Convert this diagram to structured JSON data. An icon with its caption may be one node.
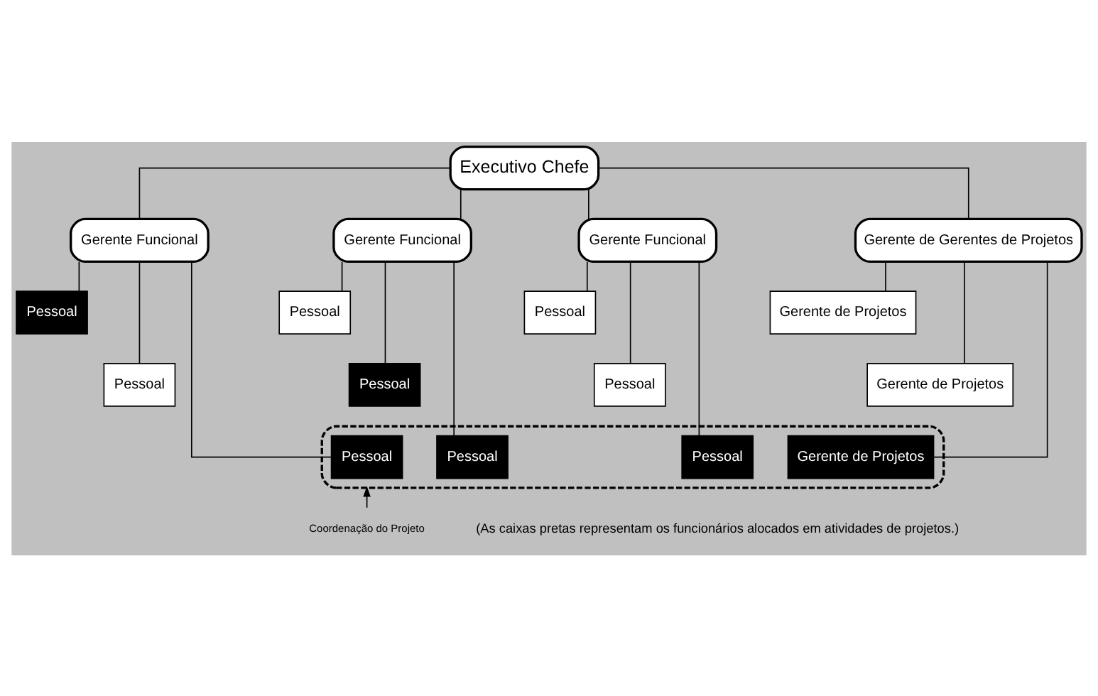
{
  "diagram": {
    "nodes": [
      {
        "text": [
          "Executivo Chefe"
        ]
      },
      {
        "text": [
          "Gerente Funcional"
        ]
      },
      {
        "text": [
          "Gerente Funcional"
        ]
      },
      {
        "text": [
          "Gerente Funcional"
        ]
      },
      {
        "text": [
          "Gerente de Gerentes de Projetos"
        ]
      },
      {
        "text": [
          "Pessoal"
        ]
      },
      {
        "text": [
          "Pessoal"
        ]
      },
      {
        "text": [
          "Pessoal"
        ]
      },
      {
        "text": [
          "Gerente de Projetos"
        ]
      },
      {
        "text": [
          "Pessoal"
        ]
      },
      {
        "text": [
          "Pessoal"
        ]
      },
      {
        "text": [
          "Pessoal"
        ]
      },
      {
        "text": [
          "Gerente de Projetos"
        ]
      },
      {
        "text": [],
        "shape": "box"
      },
      {
        "text": [
          "Pessoal"
        ],
        "in": 13
      },
      {
        "text": [
          "Pessoal"
        ],
        "in": 13
      },
      {
        "text": [
          "Pessoal"
        ],
        "in": 13
      },
      {
        "text": [
          "Gerente de Projetos"
        ],
        "in": 13
      },
      {
        "text": [
          "Coordenação do Projeto"
        ]
      }
    ],
    "edges": [
      {
        "from": 0,
        "to": 1,
        "arrow": "none"
      },
      {
        "from": 0,
        "to": 2,
        "arrow": "none"
      },
      {
        "from": 0,
        "to": 3,
        "arrow": "none"
      },
      {
        "from": 0,
        "to": 4,
        "arrow": "none"
      },
      {
        "from": 1,
        "to": 5,
        "arrow": "none"
      },
      {
        "from": 1,
        "to": 9,
        "arrow": "none"
      },
      {
        "from": 1,
        "to": 14,
        "arrow": "none"
      },
      {
        "from": 2,
        "to": 6,
        "arrow": "none"
      },
      {
        "from": 2,
        "to": 10,
        "arrow": "none"
      },
      {
        "from": 2,
        "to": 15,
        "arrow": "none"
      },
      {
        "from": 3,
        "to": 7,
        "arrow": "none"
      },
      {
        "from": 3,
        "to": 11,
        "arrow": "none"
      },
      {
        "from": 3,
        "to": 16,
        "arrow": "none"
      },
      {
        "from": 4,
        "to": 8,
        "arrow": "none"
      },
      {
        "from": 4,
        "to": 12,
        "arrow": "none"
      },
      {
        "from": 4,
        "to": 17,
        "arrow": "none"
      },
      {
        "from": 18,
        "to": 13,
        "arrow": "to"
      }
    ],
    "labels": [
      "(As caixas pretas representam os funcionários alocados em atividades de projetos.)"
    ]
  }
}
